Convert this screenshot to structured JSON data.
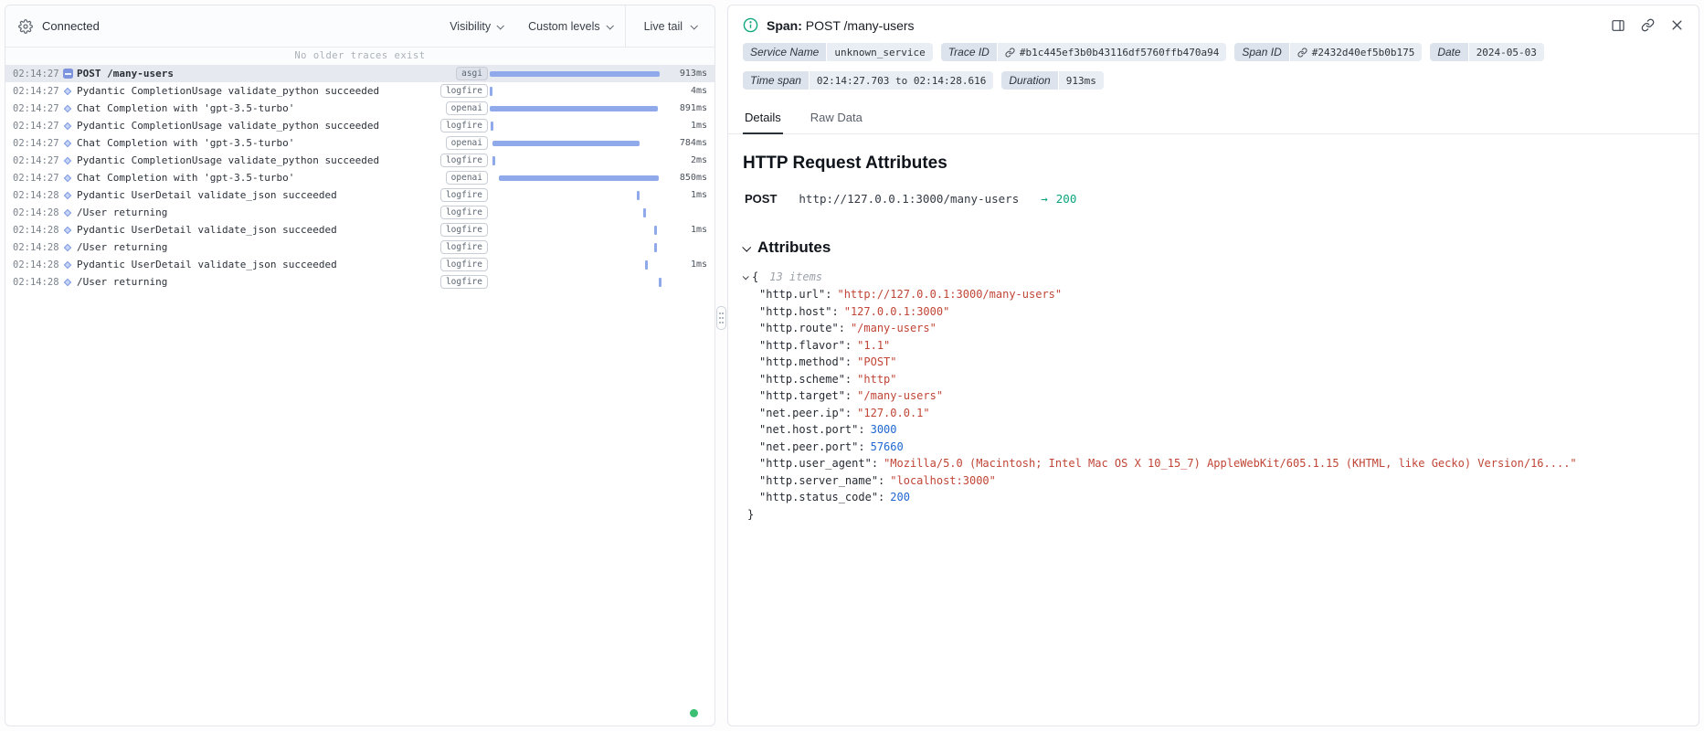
{
  "colors": {
    "timeline_bar": "#8fa9ea",
    "status_green": "#0ba47d",
    "json_string": "#c04536",
    "json_number": "#1e66d0",
    "live_dot": "#3bbf73"
  },
  "left_panel": {
    "status": "Connected",
    "toolbar": {
      "visibility": "Visibility",
      "custom_levels": "Custom levels",
      "live_tail": "Live tail"
    },
    "no_older": "No older traces exist",
    "rows": [
      {
        "time": "02:14:27",
        "icon": "collapse",
        "label": "POST /many-users",
        "tag": "asgi",
        "duration": "913ms",
        "selected": true,
        "bar": {
          "type": "span",
          "left_pct": 0.8,
          "width_pct": 97
        }
      },
      {
        "time": "02:14:27",
        "icon": "diamond",
        "label": "Pydantic CompletionUsage validate_python succeeded",
        "tag": "logfire",
        "duration": "4ms",
        "bar": {
          "type": "tick",
          "left_pct": 0.8
        }
      },
      {
        "time": "02:14:27",
        "icon": "diamond",
        "label": "Chat Completion with 'gpt-3.5-turbo'",
        "tag": "openai",
        "duration": "891ms",
        "bar": {
          "type": "span",
          "left_pct": 0.8,
          "width_pct": 96
        }
      },
      {
        "time": "02:14:27",
        "icon": "diamond",
        "label": "Pydantic CompletionUsage validate_python succeeded",
        "tag": "logfire",
        "duration": "1ms",
        "bar": {
          "type": "tick",
          "left_pct": 1.8
        }
      },
      {
        "time": "02:14:27",
        "icon": "diamond",
        "label": "Chat Completion with 'gpt-3.5-turbo'",
        "tag": "openai",
        "duration": "784ms",
        "bar": {
          "type": "span",
          "left_pct": 2.8,
          "width_pct": 83.5
        }
      },
      {
        "time": "02:14:27",
        "icon": "diamond",
        "label": "Pydantic CompletionUsage validate_python succeeded",
        "tag": "logfire",
        "duration": "2ms",
        "bar": {
          "type": "tick",
          "left_pct": 2.8
        }
      },
      {
        "time": "02:14:27",
        "icon": "diamond",
        "label": "Chat Completion with 'gpt-3.5-turbo'",
        "tag": "openai",
        "duration": "850ms",
        "bar": {
          "type": "span",
          "left_pct": 6.5,
          "width_pct": 91
        }
      },
      {
        "time": "02:14:28",
        "icon": "diamond",
        "label": "Pydantic UserDetail validate_json succeeded",
        "tag": "logfire",
        "duration": "1ms",
        "bar": {
          "type": "tick",
          "left_pct": 85
        }
      },
      {
        "time": "02:14:28",
        "icon": "diamond",
        "label": "/User returning",
        "tag": "logfire",
        "duration": "",
        "bar": {
          "type": "tick",
          "left_pct": 88.5
        }
      },
      {
        "time": "02:14:28",
        "icon": "diamond",
        "label": "Pydantic UserDetail validate_json succeeded",
        "tag": "logfire",
        "duration": "1ms",
        "bar": {
          "type": "tick",
          "left_pct": 95
        }
      },
      {
        "time": "02:14:28",
        "icon": "diamond",
        "label": "/User returning",
        "tag": "logfire",
        "duration": "",
        "bar": {
          "type": "tick",
          "left_pct": 95
        }
      },
      {
        "time": "02:14:28",
        "icon": "diamond",
        "label": "Pydantic UserDetail validate_json succeeded",
        "tag": "logfire",
        "duration": "1ms",
        "bar": {
          "type": "tick",
          "left_pct": 89.5
        }
      },
      {
        "time": "02:14:28",
        "icon": "diamond",
        "label": "/User returning",
        "tag": "logfire",
        "duration": "",
        "bar": {
          "type": "tick",
          "left_pct": 97.5
        }
      }
    ]
  },
  "detail": {
    "title_label": "Span:",
    "title_value": "POST /many-users",
    "badges_row1": [
      {
        "label": "Service Name",
        "value": "unknown_service"
      },
      {
        "label": "Trace ID",
        "link": true,
        "value": "#b1c445ef3b0b43116df5760ffb470a94"
      },
      {
        "label": "Span ID",
        "link": true,
        "value": "#2432d40ef5b0b175"
      },
      {
        "label": "Date",
        "value": "2024-05-03"
      }
    ],
    "badges_row2": [
      {
        "label": "Time span",
        "value": "02:14:27.703 to 02:14:28.616"
      },
      {
        "label": "Duration",
        "value": "913ms"
      }
    ],
    "tabs": [
      "Details",
      "Raw Data"
    ],
    "section_title": "HTTP Request Attributes",
    "request": {
      "method": "POST",
      "url": "http://127.0.0.1:3000/many-users",
      "arrow": "→",
      "status": "200"
    },
    "attributes_title": "Attributes",
    "json": {
      "items_label": "13 items",
      "open_brace": "{",
      "close_brace": "}",
      "entries": [
        {
          "key": "http.url",
          "type": "string",
          "value": "http://127.0.0.1:3000/many-users"
        },
        {
          "key": "http.host",
          "type": "string",
          "value": "127.0.0.1:3000"
        },
        {
          "key": "http.route",
          "type": "string",
          "value": "/many-users"
        },
        {
          "key": "http.flavor",
          "type": "string",
          "value": "1.1"
        },
        {
          "key": "http.method",
          "type": "string",
          "value": "POST"
        },
        {
          "key": "http.scheme",
          "type": "string",
          "value": "http"
        },
        {
          "key": "http.target",
          "type": "string",
          "value": "/many-users"
        },
        {
          "key": "net.peer.ip",
          "type": "string",
          "value": "127.0.0.1"
        },
        {
          "key": "net.host.port",
          "type": "number",
          "value": "3000"
        },
        {
          "key": "net.peer.port",
          "type": "number",
          "value": "57660"
        },
        {
          "key": "http.user_agent",
          "type": "string",
          "value": "Mozilla/5.0 (Macintosh; Intel Mac OS X 10_15_7) AppleWebKit/605.1.15 (KHTML, like Gecko) Version/16...."
        },
        {
          "key": "http.server_name",
          "type": "string",
          "value": "localhost:3000"
        },
        {
          "key": "http.status_code",
          "type": "number",
          "value": "200"
        }
      ]
    }
  }
}
